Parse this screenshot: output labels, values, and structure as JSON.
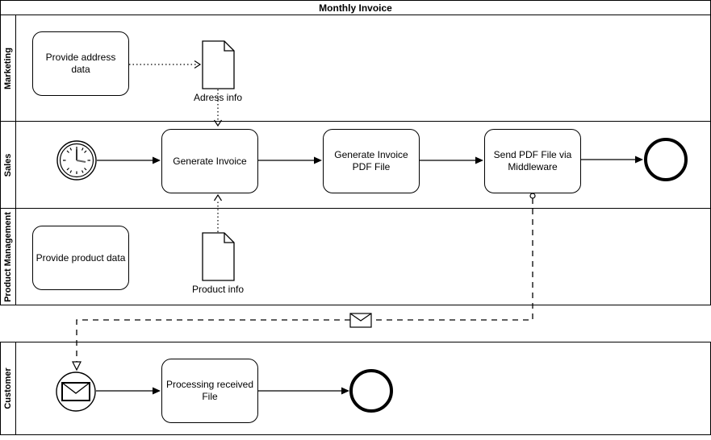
{
  "pools": {
    "invoice": {
      "title": "Monthly Invoice",
      "lanes": [
        {
          "label": "Marketing"
        },
        {
          "label": "Sales"
        },
        {
          "label": "Product Management"
        }
      ]
    },
    "customer": {
      "lanes": [
        {
          "label": "Customer"
        }
      ]
    }
  },
  "nodes": {
    "provide_address": {
      "label": "Provide address data",
      "type": "task"
    },
    "adress_info": {
      "label": "Adress info",
      "type": "data-object"
    },
    "generate_invoice": {
      "label": "Generate Invoice",
      "type": "task"
    },
    "generate_invoice_pdf": {
      "label": "Generate Invoice PDF File",
      "type": "task"
    },
    "send_pdf": {
      "label": "Send PDF File via Middleware",
      "type": "task"
    },
    "provide_product": {
      "label": "Provide product data",
      "type": "task"
    },
    "product_info": {
      "label": "Product info",
      "type": "data-object"
    },
    "processing_received": {
      "label": "Processing received File",
      "type": "task"
    }
  },
  "events": {
    "sales_start": {
      "icon": "clock-icon",
      "type": "timer-start-event"
    },
    "sales_end": {
      "type": "end-event"
    },
    "customer_start": {
      "icon": "envelope-icon",
      "type": "message-start-event"
    },
    "customer_end": {
      "type": "end-event"
    }
  },
  "flows": {
    "message_flow_marker_icon": "envelope-icon"
  },
  "colors": {
    "stroke": "#000000",
    "fill": "#ffffff"
  }
}
